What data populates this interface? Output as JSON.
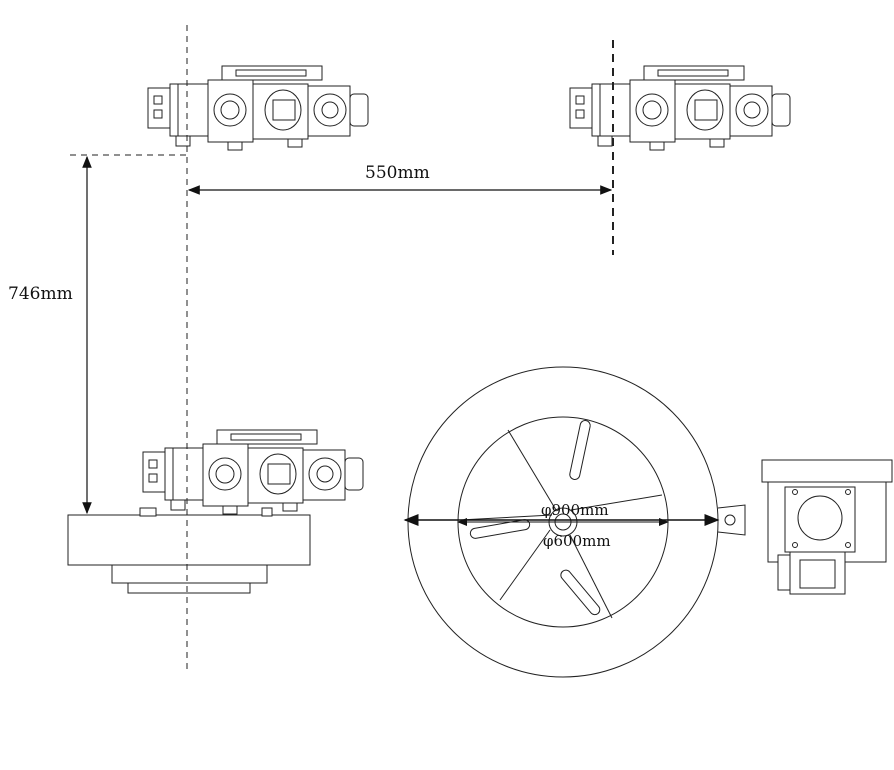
{
  "dimensions": {
    "horizontal_spacing": "550mm",
    "vertical_spacing": "746mm",
    "outer_diameter": "φ900mm",
    "inner_diameter": "φ600mm"
  },
  "colors": {
    "line": "#222222",
    "background": "#ffffff"
  }
}
